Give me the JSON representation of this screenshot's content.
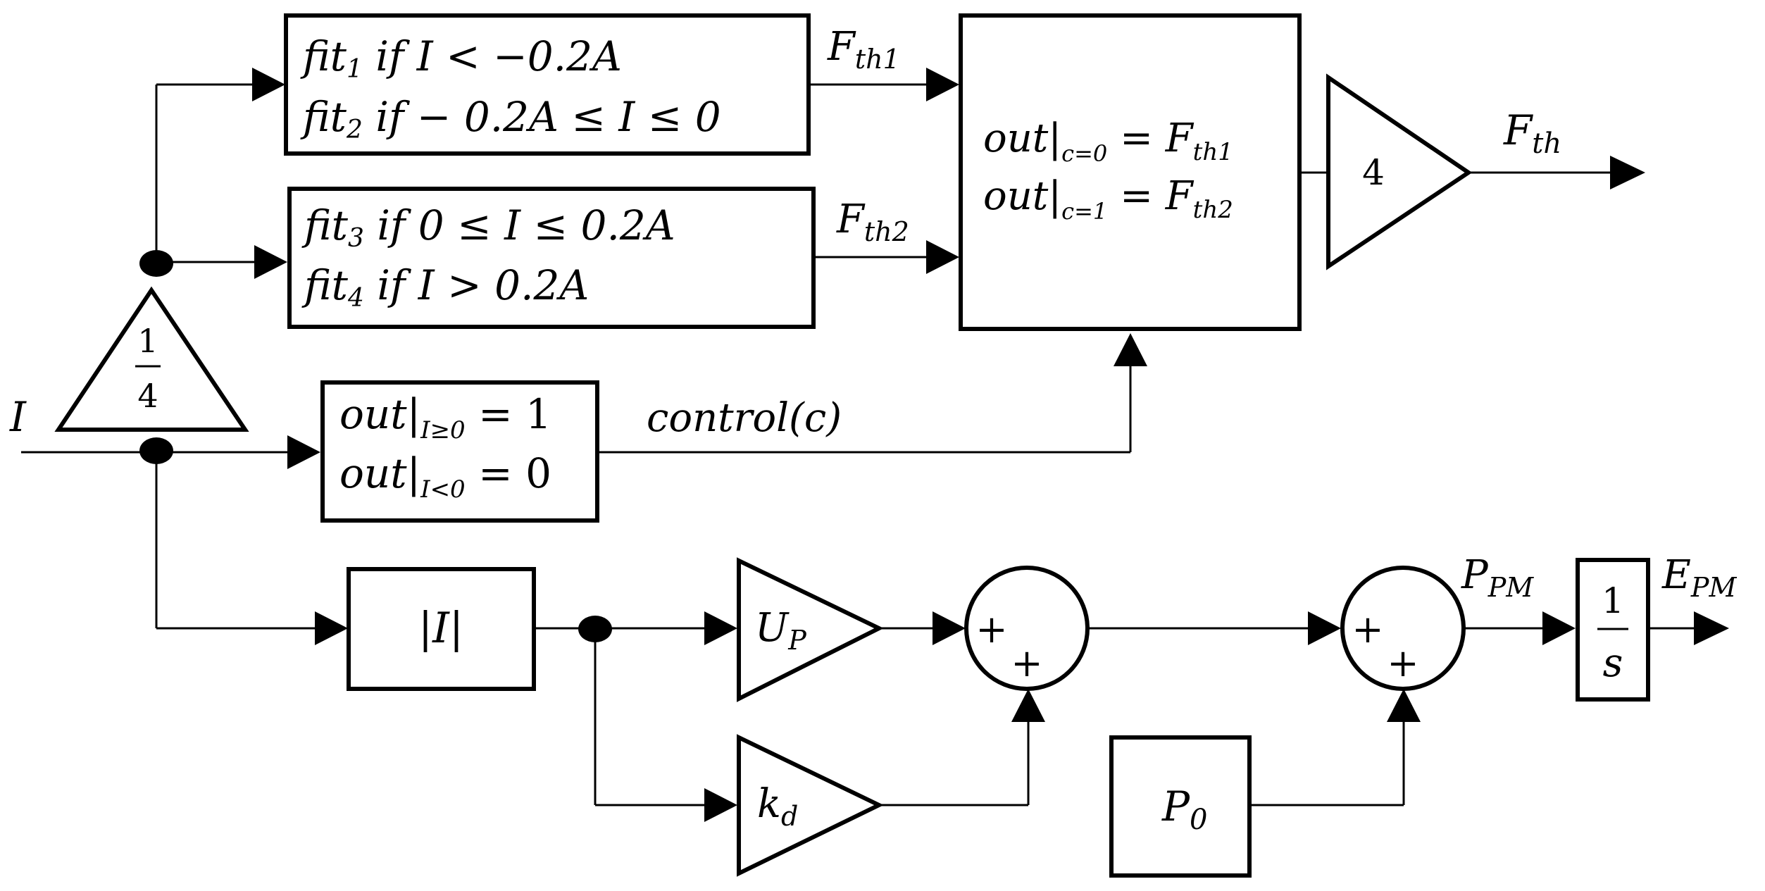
{
  "input": {
    "var": "I"
  },
  "quarter_gain": {
    "num": "1",
    "den": "4"
  },
  "fit_block_1": {
    "line1": {
      "fn": "fit",
      "sub": "1",
      "cond": " if I < −0.2A"
    },
    "line2": {
      "fn": "fit",
      "sub": "2",
      "cond": " if − 0.2A ≤ I ≤ 0"
    }
  },
  "fit_block_2": {
    "line1": {
      "fn": "fit",
      "sub": "3",
      "cond": " if 0 ≤ I ≤ 0.2A"
    },
    "line2": {
      "fn": "fit",
      "sub": "4",
      "cond": " if I > 0.2A"
    }
  },
  "sign_block": {
    "line1": {
      "fn": "out",
      "bar": "|",
      "sub": "I≥0",
      "rhs": " = 1"
    },
    "line2": {
      "fn": "out",
      "bar": "|",
      "sub": "I<0",
      "rhs": " = 0"
    }
  },
  "switch_block": {
    "line1": {
      "fn": "out",
      "bar": "|",
      "sub": "c=0",
      "rhs": " = F",
      "rhs_sub": "th1"
    },
    "line2": {
      "fn": "out",
      "bar": "|",
      "sub": "c=1",
      "rhs": " = F",
      "rhs_sub": "th2"
    }
  },
  "labels": {
    "fth1": {
      "main": "F",
      "sub": "th1"
    },
    "fth2": {
      "main": "F",
      "sub": "th2"
    },
    "control": "control(c)",
    "fth": {
      "main": "F",
      "sub": "th"
    },
    "ppm": {
      "main": "P",
      "sub": "PM"
    },
    "epm": {
      "main": "E",
      "sub": "PM"
    }
  },
  "gain_4": "4",
  "abs_block": "|I|",
  "up_gain": {
    "main": "U",
    "sub": "P"
  },
  "kd_gain": {
    "main": "k",
    "sub": "d"
  },
  "sum": {
    "plus": "+"
  },
  "p0_block": {
    "main": "P",
    "sub": "0"
  },
  "integrator": {
    "num": "1",
    "den": "s"
  }
}
